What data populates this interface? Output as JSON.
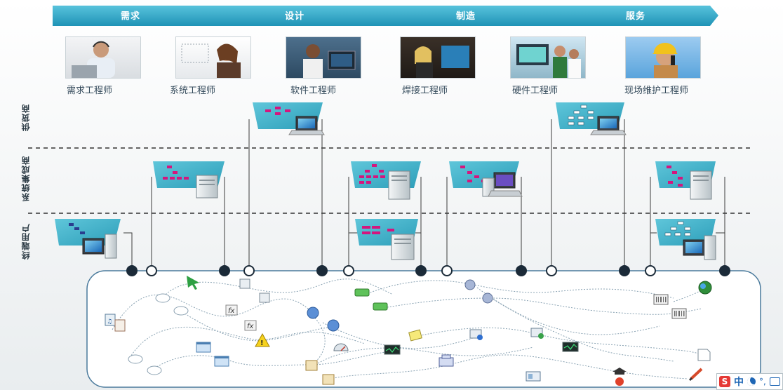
{
  "phases": [
    "需求",
    "设计",
    "制造",
    "服务"
  ],
  "roles": [
    {
      "label": "需求工程师",
      "icon": "headset-person-photo"
    },
    {
      "label": "系统工程师",
      "icon": "woman-drawing-photo"
    },
    {
      "label": "软件工程师",
      "icon": "man-at-computer-photo"
    },
    {
      "label": "焊接工程师",
      "icon": "woman-at-screen-photo"
    },
    {
      "label": "硬件工程师",
      "icon": "team-at-monitor-photo"
    },
    {
      "label": "现场维护工程师",
      "icon": "hardhat-phone-photo"
    }
  ],
  "lanes": [
    "供货商",
    "系统集成商",
    "终端用户"
  ],
  "colors": {
    "arrow": "#2aa9c8",
    "card": "#3fb3c9",
    "tree": "#d4167e",
    "divider": "#333333",
    "bus": "#4a7a9c"
  },
  "ime": {
    "logo": "S",
    "lang": "中",
    "punct": "°,"
  }
}
